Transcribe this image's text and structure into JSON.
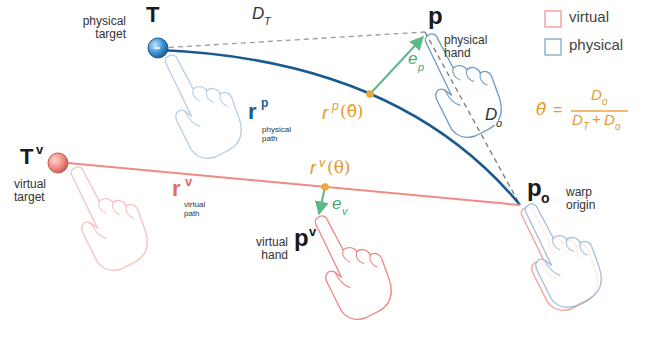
{
  "diagram": {
    "labels": [
      "physical target",
      "T",
      "D",
      "T",
      "p",
      "physical hand",
      "e",
      "p",
      "r",
      "p",
      "physical path",
      "D",
      "o",
      "θ̂",
      "=",
      "D",
      "o",
      "D",
      "T",
      "+",
      "D",
      "o",
      "r",
      "p",
      "(θ̂)",
      "T",
      "v",
      "virtual target",
      "r",
      "v",
      "(θ)",
      "r",
      "v",
      "virtual path",
      "e",
      "v",
      "p",
      "o",
      "warp origin",
      "virtual hand",
      "p",
      "v"
    ],
    "legend": [
      {
        "text": "virtual",
        "color": "#f4a3a3"
      },
      {
        "text": "physical",
        "color": "#8db3d6"
      }
    ]
  }
}
